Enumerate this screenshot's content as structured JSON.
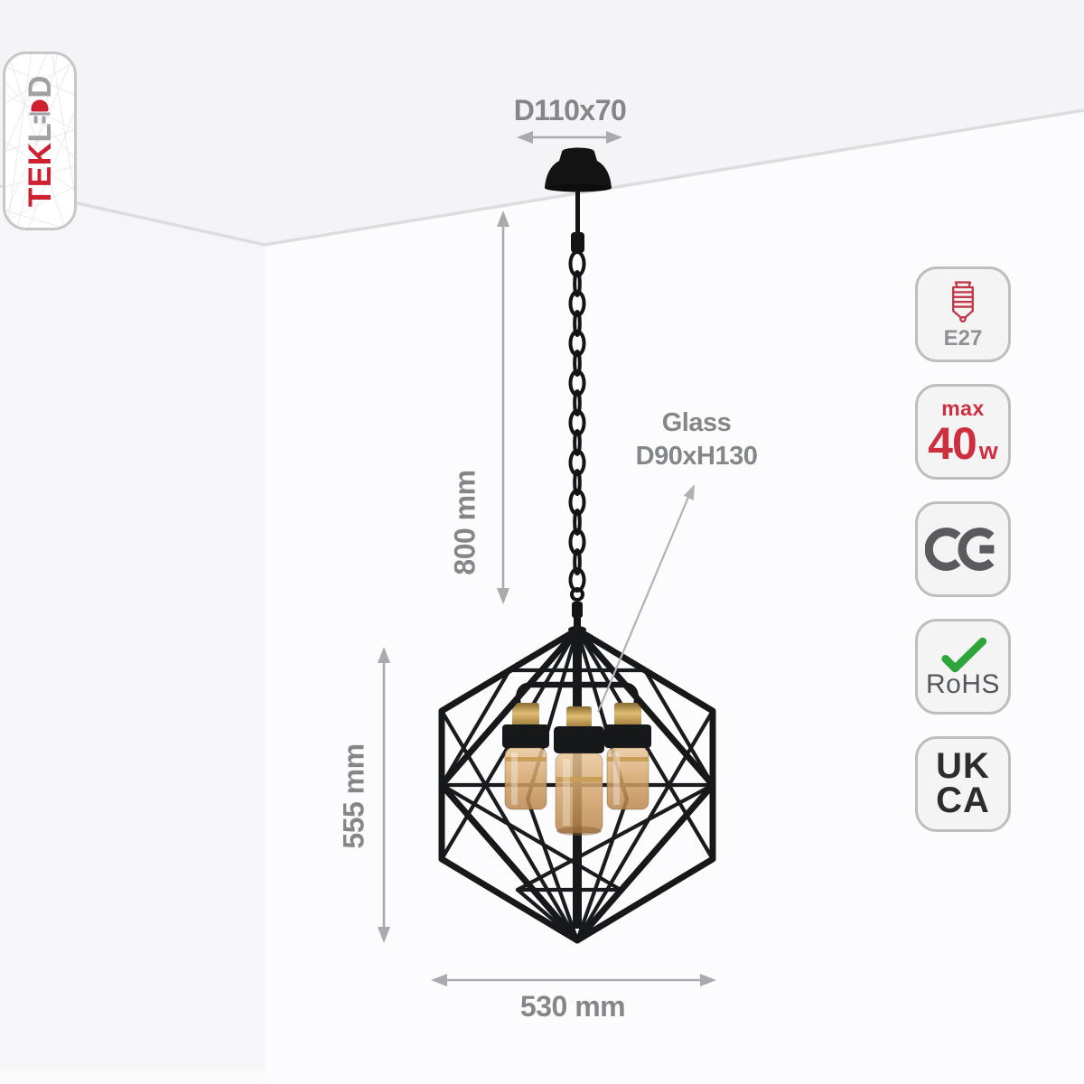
{
  "brand": {
    "name": "TEKLED",
    "text_red": "TEK",
    "text_gray_l": "L",
    "text_gray_d": "D"
  },
  "dimensions": {
    "canopy": "D110x70",
    "drop": "800 mm",
    "fixture_height": "555 mm",
    "fixture_width": "530 mm",
    "glass_line1": "Glass",
    "glass_line2": "D90xH130"
  },
  "badges": {
    "socket_label": "E27",
    "wattage_prefix": "max",
    "wattage_value": "40",
    "wattage_unit": "w",
    "ce_label": "CE",
    "rohs_label": "RoHS",
    "ukca_line1": "UK",
    "ukca_line2": "CA"
  },
  "colors": {
    "accent_red": "#ce2030",
    "dimension_gray": "#84868a",
    "arrow_gray": "#a8aaad",
    "rohs_green": "#2ea53a",
    "lamp_black": "#17181a",
    "amber_glass": "#d3a368",
    "badge_border": "#bdbec0"
  }
}
